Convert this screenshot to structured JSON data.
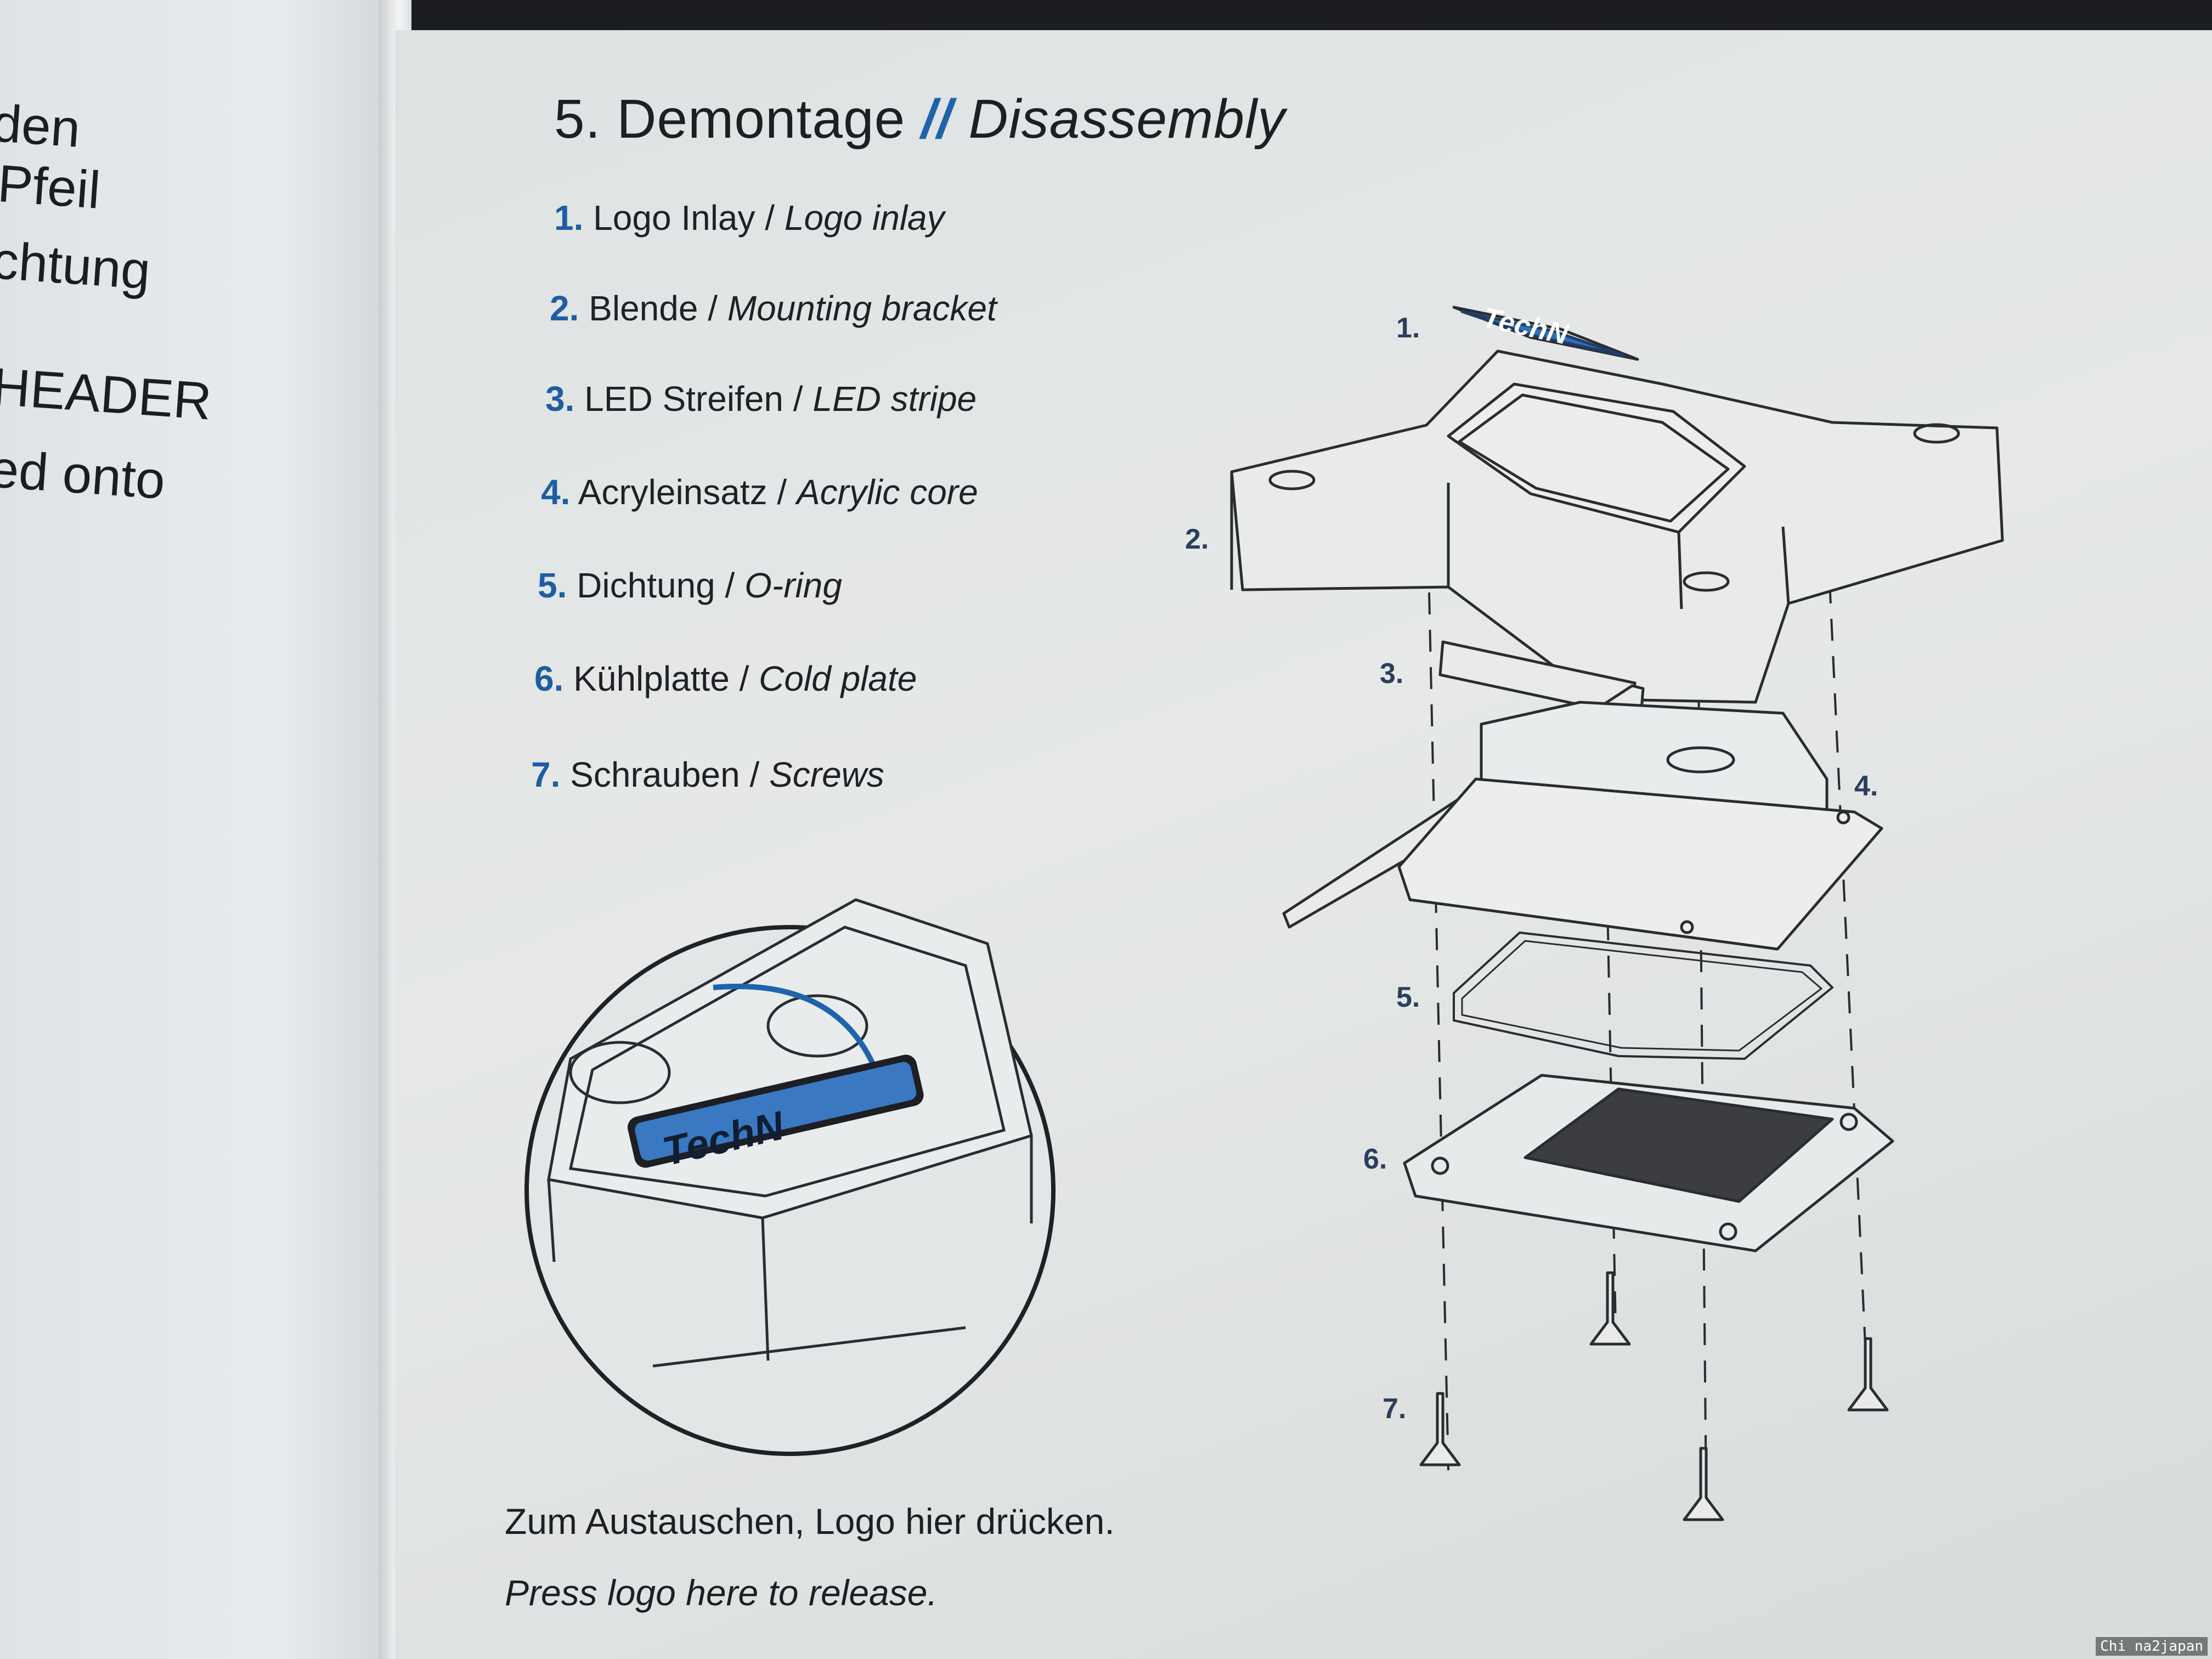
{
  "left_page": {
    "fragments": [
      "den",
      "Pfeil",
      "chtung",
      "HEADER",
      "ed onto"
    ]
  },
  "title": {
    "number": "5.",
    "german": "Demontage",
    "separator": "//",
    "english": "Disassembly"
  },
  "parts": [
    {
      "num": "1.",
      "de": "Logo Inlay",
      "en": "Logo inlay"
    },
    {
      "num": "2.",
      "de": "Blende",
      "en": "Mounting bracket"
    },
    {
      "num": "3.",
      "de": "LED Streifen",
      "en": "LED stripe"
    },
    {
      "num": "4.",
      "de": "Acryleinsatz",
      "en": "Acrylic core"
    },
    {
      "num": "5.",
      "de": "Dichtung",
      "en": "O-ring"
    },
    {
      "num": "6.",
      "de": "Kühlplatte",
      "en": "Cold plate"
    },
    {
      "num": "7.",
      "de": "Schrauben",
      "en": "Screws"
    }
  ],
  "list_separator": "/",
  "callouts": [
    "1.",
    "2.",
    "3.",
    "4.",
    "5.",
    "6.",
    "7."
  ],
  "logo_text": "TechN",
  "caption": {
    "german": "Zum Austauschen, Logo hier drücken.",
    "english": "Press logo here to release."
  },
  "watermark": "Chi na2japan",
  "colors": {
    "accent_blue": "#1f5da3",
    "text": "#1d1f24",
    "paper": "#e2e6e5"
  }
}
